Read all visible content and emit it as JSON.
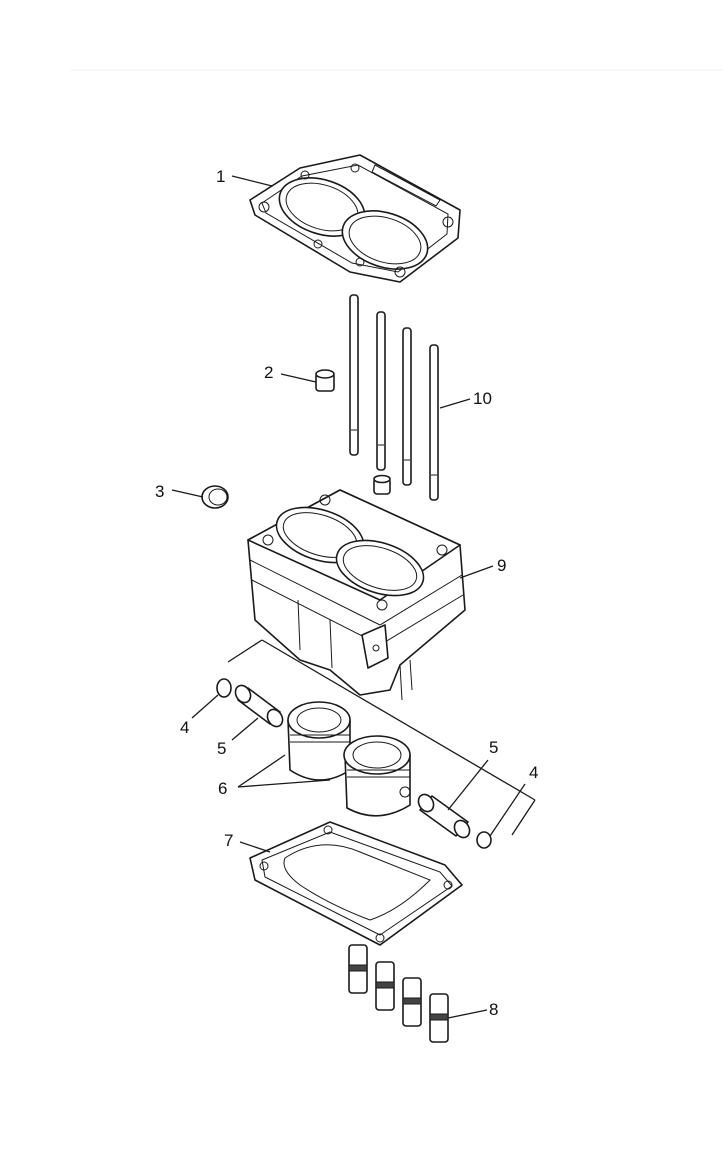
{
  "callouts": {
    "c1": "1",
    "c2": "2",
    "c3": "3",
    "c4a": "4",
    "c4b": "4",
    "c5a": "5",
    "c5b": "5",
    "c6": "6",
    "c7": "7",
    "c8": "8",
    "c9": "9",
    "c10": "10"
  }
}
